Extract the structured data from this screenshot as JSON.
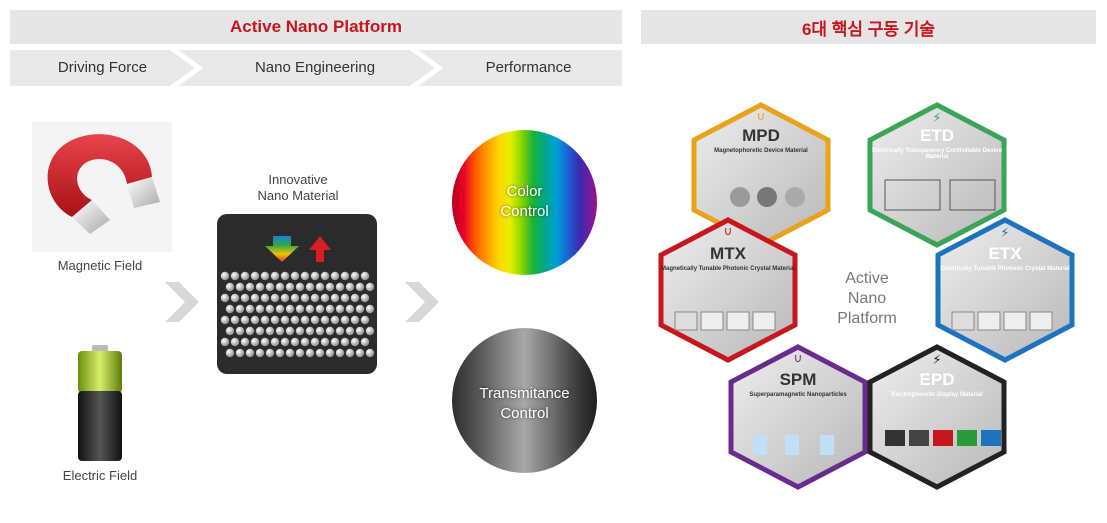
{
  "left_panel": {
    "title": "Active Nano Platform",
    "steps": [
      "Driving Force",
      "Nano Engineering",
      "Performance"
    ],
    "magnetic_label": "Magnetic Field",
    "electric_label": "Electric Field",
    "material_label_line1": "Innovative",
    "material_label_line2": "Nano Material",
    "color_control_line1": "Color",
    "color_control_line2": "Control",
    "transmit_line1": "Transmitance",
    "transmit_line2": "Control"
  },
  "right_panel": {
    "title": "6대 핵심 구동 기술",
    "center_line1": "Active",
    "center_line2": "Nano",
    "center_line3": "Platform",
    "hexes": [
      {
        "key": "mpd",
        "name": "MPD",
        "subtitle": "Magnetophoretic Device Material",
        "border": "#e8a31b",
        "icon": "magnet-icon"
      },
      {
        "key": "etd",
        "name": "ETD",
        "subtitle": "Electrically Transparency Controllable Device Material",
        "border": "#3aa655",
        "icon": "lightning-icon"
      },
      {
        "key": "mtx",
        "name": "MTX",
        "subtitle": "Magnetically Tunable Photonic Crystal Material",
        "border": "#c8161d",
        "icon": "magnet-icon"
      },
      {
        "key": "etx",
        "name": "ETX",
        "subtitle": "Electrically Tunable Photonic Crystal Material",
        "border": "#1e73be",
        "icon": "lightning-icon"
      },
      {
        "key": "spm",
        "name": "SPM",
        "subtitle": "Superparamagnetic Nanoparticles",
        "border": "#6a2c8c",
        "icon": "magnet-icon"
      },
      {
        "key": "epd",
        "name": "EPD",
        "subtitle": "Electrophoretic Display Material",
        "border": "#222222",
        "icon": "lightning-icon"
      }
    ]
  },
  "colors": {
    "accent_red": "#c8161d",
    "bar_gray": "#e6e6e6"
  }
}
